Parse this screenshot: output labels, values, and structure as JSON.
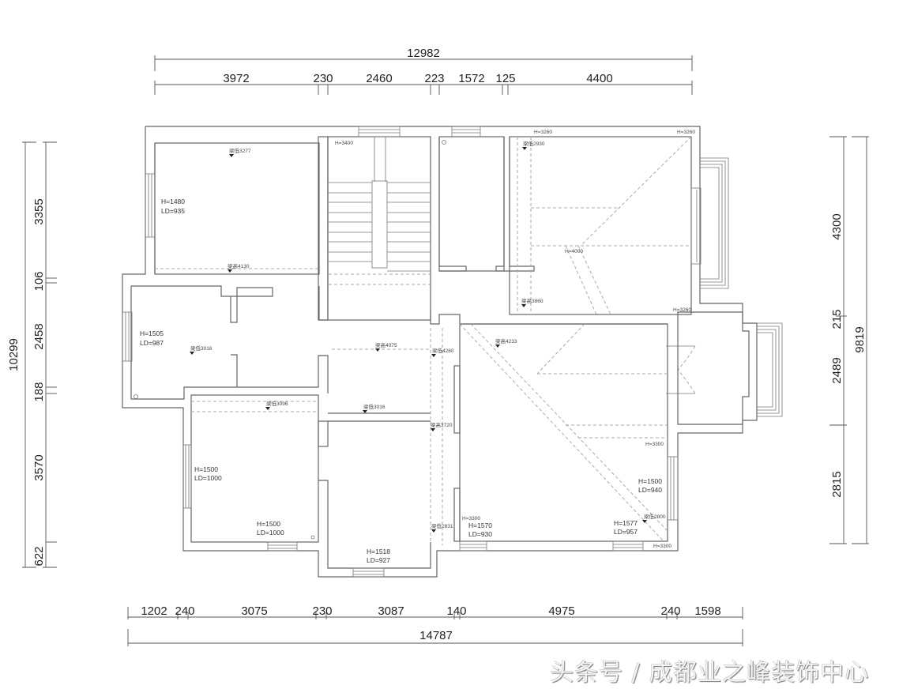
{
  "dimensions": {
    "top": {
      "total": "12982",
      "segments": [
        "3972",
        "230",
        "2460",
        "223",
        "1572",
        "125",
        "4400"
      ]
    },
    "bottom": {
      "total": "14787",
      "segments": [
        "1202",
        "240",
        "3075",
        "230",
        "3087",
        "140",
        "4975",
        "240",
        "1598"
      ]
    },
    "left": {
      "total": "10299",
      "segments": [
        "3355",
        "106",
        "2458",
        "188",
        "3570",
        "622"
      ]
    },
    "right": {
      "total": "9819",
      "segments": [
        "4300",
        "215",
        "2489",
        "2815"
      ]
    }
  },
  "rooms": {
    "top_left": {
      "window": "H=1480",
      "ld": "LD=935",
      "beam_low": "梁低3277",
      "beam_high": "梁高4130"
    },
    "stair": {
      "height": "H=3400"
    },
    "top_right": {
      "h_a": "H=3260",
      "h_b": "H=3260",
      "h_c": "H=3260",
      "beam_low": "梁低2930",
      "beam_high": "梁高3860",
      "center": "H=4000"
    },
    "mid_left": {
      "window": "H=1505",
      "ld": "LD=987",
      "beam_low": "梁低3016"
    },
    "corridor": {
      "beam_high": "梁高4075",
      "beam_low_a": "梁低4280",
      "beam_low_b": "梁低3016",
      "beam_high_b": "梁高3720"
    },
    "living": {
      "beam_high": "梁高4233",
      "h_right": "H=3300",
      "window_r": "H=1500",
      "ld_r": "LD=940",
      "beam_low": "梁低2800",
      "h_br": "H=3300",
      "win_b1": "H=1570",
      "ld_b1": "LD=930",
      "h_bl": "H=3300",
      "win_b2": "H=1577",
      "ld_b2": "LD=957",
      "beam_low_l": "梁低2831"
    },
    "bottom_left": {
      "beam_low": "梁低3096",
      "window_l": "H=1500",
      "ld_l": "LD=1000",
      "window_b": "H=1500",
      "ld_b": "LD=1000"
    },
    "bottom_mid": {
      "window": "H=1518",
      "ld": "LD=927"
    }
  },
  "watermark": "头条号 / 成都业之峰装饰中心"
}
